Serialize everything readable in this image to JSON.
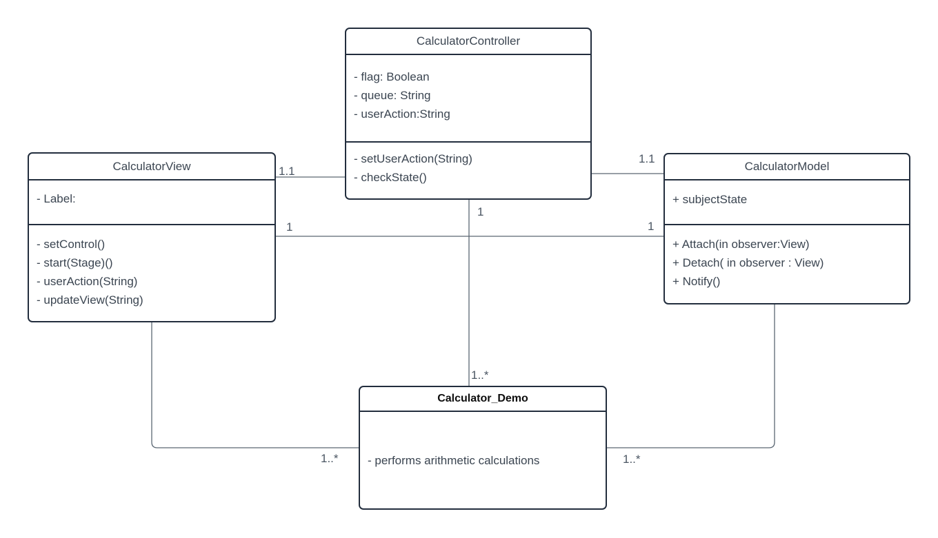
{
  "diagram": {
    "type": "uml-class-diagram",
    "classes": [
      {
        "id": "controller",
        "title": "CalculatorController",
        "attributes": [
          "- flag: Boolean",
          "- queue: String",
          "- userAction:String"
        ],
        "methods": [
          "- setUserAction(String)",
          "- checkState()"
        ]
      },
      {
        "id": "view",
        "title": "CalculatorView",
        "attributes": [
          "- Label:"
        ],
        "methods": [
          "- setControl()",
          "- start(Stage)()",
          "- userAction(String)",
          "- updateView(String)"
        ]
      },
      {
        "id": "model",
        "title": "CalculatorModel",
        "attributes": [
          "+ subjectState"
        ],
        "methods": [
          "+ Attach(in observer:View)",
          "+ Detach( in observer : View)",
          "+ Notify()"
        ]
      },
      {
        "id": "demo",
        "title": "Calculator_Demo",
        "attributes": [],
        "methods": [
          "- performs arithmetic calculations"
        ]
      }
    ],
    "multiplicities": [
      {
        "text": "1.1",
        "association": "view-controller",
        "end": "view"
      },
      {
        "text": "1.1",
        "association": "controller-model",
        "end": "model"
      },
      {
        "text": "1",
        "association": "view-model",
        "end": "view"
      },
      {
        "text": "1",
        "association": "view-model",
        "end": "model"
      },
      {
        "text": "1",
        "association": "controller-demo",
        "end": "controller"
      },
      {
        "text": "1..*",
        "association": "controller-demo",
        "end": "demo"
      },
      {
        "text": "1..*",
        "association": "view-demo",
        "end": "demo"
      },
      {
        "text": "1..*",
        "association": "model-demo",
        "end": "demo"
      }
    ],
    "colors": {
      "box_border": "#222d3d",
      "box_fill": "#ffffff",
      "connector": "#5a6672",
      "text": "#3b4551",
      "background": "#ffffff"
    }
  }
}
